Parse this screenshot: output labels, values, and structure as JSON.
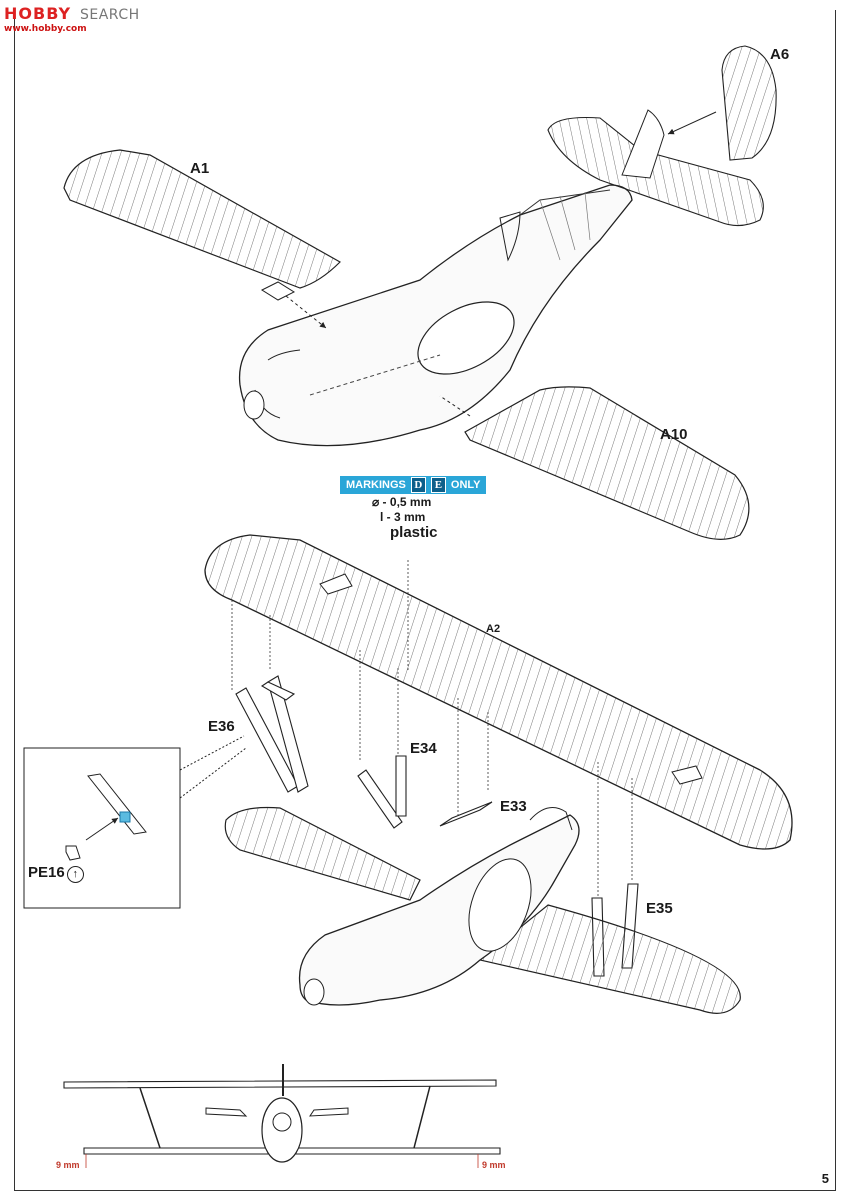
{
  "watermark": {
    "logo": "HOBBY",
    "sub": "www.hobby.com",
    "search": "SEARCH"
  },
  "callouts": {
    "a6": "A6",
    "a1": "A1",
    "a10": "A10",
    "a2": "A2",
    "e36": "E36",
    "e34": "E34",
    "e33": "E33",
    "e35": "E35",
    "pe16": "PE16"
  },
  "markings": {
    "prefix": "MARKINGS",
    "codes": [
      "D",
      "E"
    ],
    "suffix": "ONLY"
  },
  "drill_spec": {
    "diameter": "⌀ - 0,5 mm",
    "length": "l - 3 mm",
    "material": "plastic"
  },
  "dimensions": {
    "left": "9 mm",
    "right": "9 mm"
  },
  "page_number": "5",
  "colors": {
    "accent": "#2aa6d8",
    "dim": "#c0392b"
  }
}
